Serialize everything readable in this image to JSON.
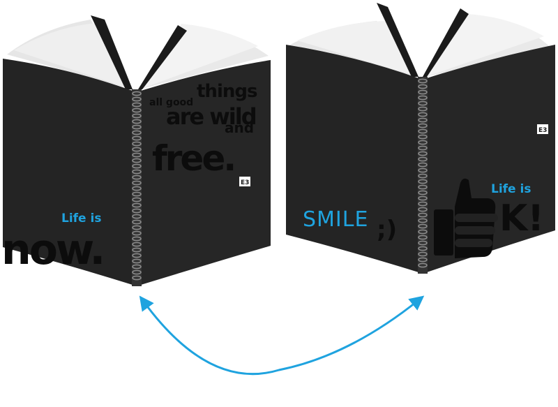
{
  "notebook_left": {
    "back_cover": {
      "slogan_top": "Life is",
      "slogan_big": "now."
    },
    "front_cover": {
      "line1": "all good",
      "line1b": "things",
      "line2": "are wild",
      "line3": "and",
      "line4": "free.",
      "logo": "E3"
    }
  },
  "notebook_right": {
    "back_cover": {
      "smile": "SMILE",
      "emoticon": ";)"
    },
    "front_cover": {
      "slogan_top": "Life is",
      "slogan_big": "K!",
      "logo": "E3",
      "icon": "thumbs-up-icon"
    }
  },
  "colors": {
    "cover": "#232323",
    "cover_dark": "#161616",
    "text_dark": "#0b0b0b",
    "accent_blue": "#1fa3df",
    "arrow_blue": "#1fa3df",
    "pages": "#f2f2f2"
  }
}
